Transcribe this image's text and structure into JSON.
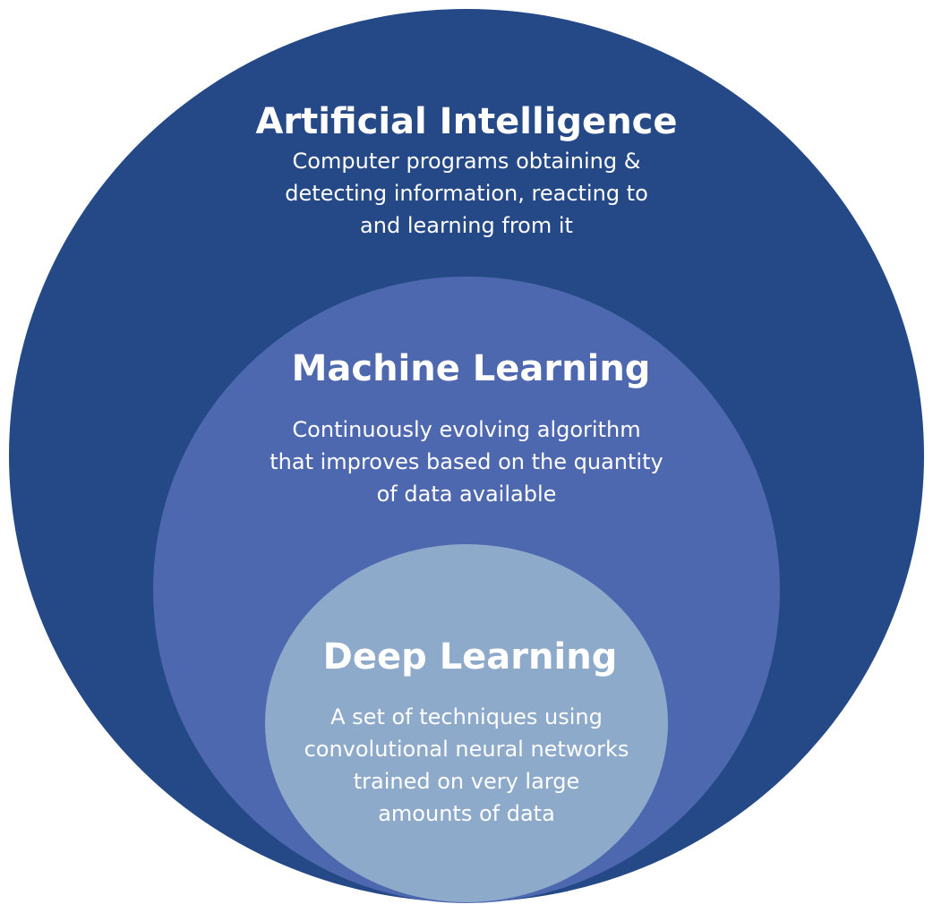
{
  "colors": {
    "ai_fill": "#244986",
    "ml_fill": "#4e68b0",
    "dl_fill": "#8eaacb",
    "text": "#ffffff"
  },
  "diagram": {
    "type": "nested-circles",
    "layers": [
      {
        "title": "Artificial Intelligence",
        "description": [
          "Computer programs obtaining &",
          "detecting information, reacting to",
          "and learning from it"
        ]
      },
      {
        "title": "Machine Learning",
        "description": [
          "Continuously evolving algorithm",
          "that improves based on the quantity",
          "of data available"
        ]
      },
      {
        "title": "Deep Learning",
        "description": [
          "A set of techniques using",
          "convolutional neural networks",
          "trained on very large",
          "amounts of data"
        ]
      }
    ]
  }
}
